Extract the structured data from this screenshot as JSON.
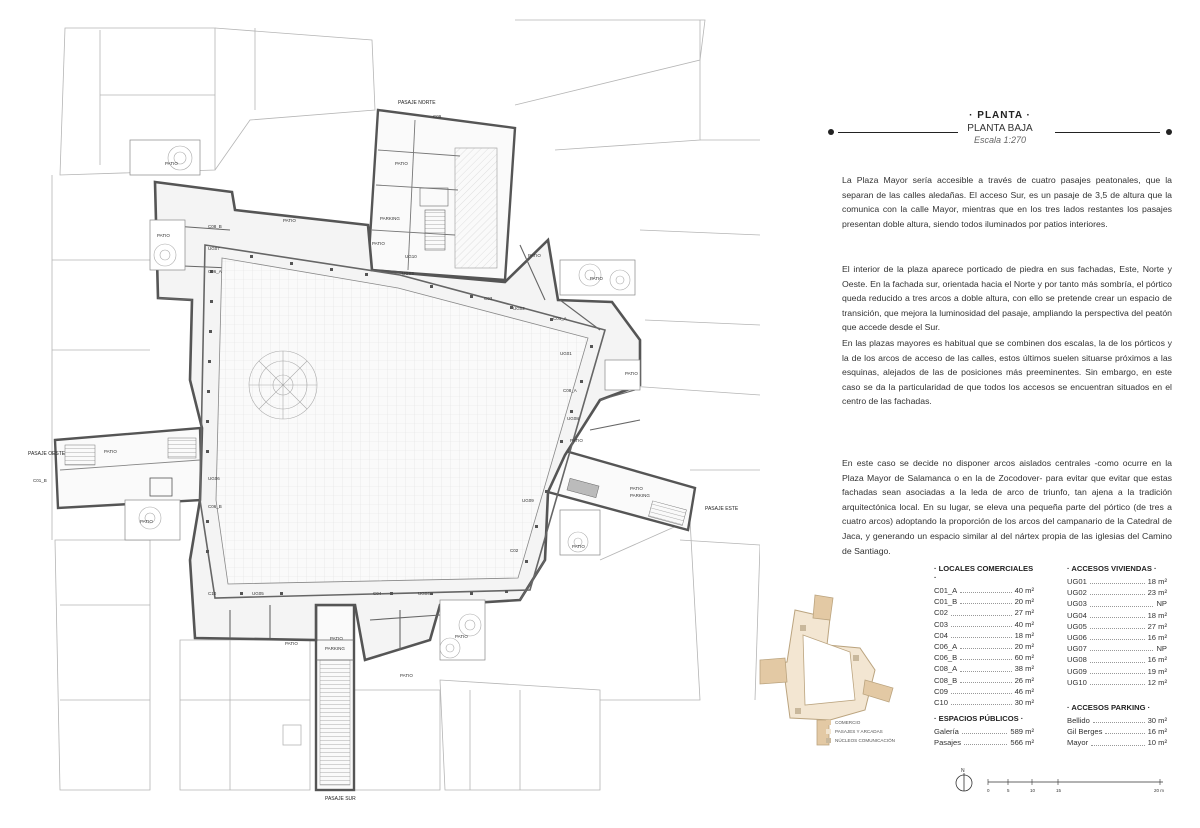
{
  "header": {
    "title": "· PLANTA ·",
    "subtitle": "PLANTA BAJA",
    "scale": "Escala 1:270"
  },
  "paragraphs": [
    "La Plaza Mayor sería accesible a través de cuatro pasajes peatonales, que la separan de las calles aledañas. El acceso Sur, es un pasaje de 3,5 de altura que la comunica con la calle Mayor, mientras que en los tres lados restantes los pasajes presentan doble altura, siendo todos iluminados por patios interiores.",
    "El interior de la plaza aparece porticado de piedra en sus fachadas, Este, Norte y Oeste. En la fachada sur, orientada hacia el Norte y por tanto más sombría, el pórtico queda reducido a tres arcos a doble altura, con ello se pretende crear un espacio de transición, que mejora la luminosidad del pasaje, ampliando la perspectiva del peatón que accede desde el Sur.",
    "En las plazas mayores es habitual que se combinen dos escalas, la de los pórticos y la de los arcos de acceso de las calles, estos últimos suelen situarse próximos a las esquinas, alejados de las de posiciones más preeminentes. Sin embargo, en este caso se da la particularidad de que todos los accesos se encuentran situados en el centro de las fachadas.",
    "En este caso se decide no disponer arcos aislados centrales -como ocurre en la Plaza Mayor de Salamanca o en la de Zocodover- para evitar que evitar que estas fachadas sean asociadas a la leda de arco de triunfo, tan ajena a la tradición arquitectónica local. En su lugar, se eleva una pequeña parte del pórtico (de tres a cuatro arcos) adoptando la proporción de los arcos del campanario de la Catedral de Jaca, y generando un espacio similar al del nártex propia de las iglesias del Camino de Santiago."
  ],
  "locales": {
    "title": "· LOCALES COMERCIALES ·",
    "rows": [
      {
        "name": "C01_A",
        "value": "40 m²"
      },
      {
        "name": "C01_B",
        "value": "20 m²"
      },
      {
        "name": "C02",
        "value": "27 m²"
      },
      {
        "name": "C03",
        "value": "40 m²"
      },
      {
        "name": "C04",
        "value": "18 m²"
      },
      {
        "name": "C06_A",
        "value": "20 m²"
      },
      {
        "name": "C06_B",
        "value": "60 m²"
      },
      {
        "name": "C08_A",
        "value": "38 m²"
      },
      {
        "name": "C08_B",
        "value": "26 m²"
      },
      {
        "name": "C09",
        "value": "46 m²"
      },
      {
        "name": "C10",
        "value": "30 m²"
      }
    ]
  },
  "espacios": {
    "title": "· ESPACIOS PÚBLICOS ·",
    "rows": [
      {
        "name": "Galería",
        "value": "589 m²"
      },
      {
        "name": "Pasajes",
        "value": "566 m²"
      }
    ]
  },
  "viviendas": {
    "title": "· ACCESOS VIVIENDAS ·",
    "rows": [
      {
        "name": "UG01",
        "value": "18 m²"
      },
      {
        "name": "UG02",
        "value": "23 m²"
      },
      {
        "name": "UG03",
        "value": "NP"
      },
      {
        "name": "UG04",
        "value": "18 m²"
      },
      {
        "name": "UG05",
        "value": "27 m²"
      },
      {
        "name": "UG06",
        "value": "16 m²"
      },
      {
        "name": "UG07",
        "value": "NP"
      },
      {
        "name": "UG08",
        "value": "16 m²"
      },
      {
        "name": "UG09",
        "value": "19 m²"
      },
      {
        "name": "UG10",
        "value": "12 m²"
      }
    ]
  },
  "parking": {
    "title": "· ACCESOS PARKING ·",
    "rows": [
      {
        "name": "Bellido",
        "value": "30 m²"
      },
      {
        "name": "Gil Berges",
        "value": "16 m²"
      },
      {
        "name": "Mayor",
        "value": "10 m²"
      }
    ]
  },
  "legend": [
    {
      "label": "COMERCIO",
      "color": "#e3c9a4"
    },
    {
      "label": "PASAJES Y ARCADAS",
      "color": "#f1e4cf"
    },
    {
      "label": "NÚCLEOS COMUNICACIÓN",
      "color": "#c9b89c"
    }
  ],
  "scale_bar": {
    "ticks": [
      "0",
      "5",
      "10",
      "15",
      "20 m"
    ]
  },
  "north_label": "N",
  "plan_labels": {
    "pasaje_norte": "PASAJE NORTE",
    "pasaje_oeste": "PASAJE OESTE",
    "pasaje_este": "PASAJE ESTE",
    "pasaje_sur": "PASAJE SUR",
    "patio": "PATIO",
    "parking": "PARKING",
    "spaces": [
      "C09",
      "C10",
      "C01_A",
      "C01_B",
      "C02",
      "C03",
      "C04",
      "C06_A",
      "C06_B",
      "C08_A",
      "C08_B",
      "UG01",
      "UG02",
      "UG03",
      "UG04",
      "UG05",
      "UG06",
      "UG07",
      "UG08",
      "UG09",
      "UG10"
    ]
  },
  "colors": {
    "wall": "#555555",
    "lines": "#9a9a9a",
    "accent_wood": "#e3c9a4"
  }
}
